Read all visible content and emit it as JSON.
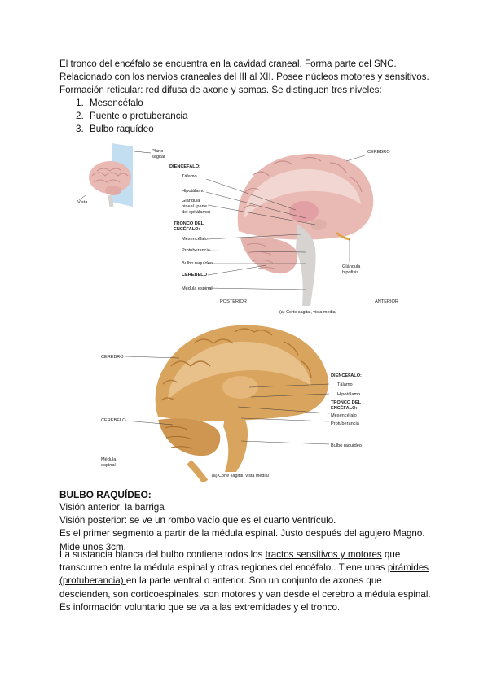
{
  "intro": {
    "line1": "El tronco del encéfalo se encuentra en la cavidad craneal. Forma parte del SNC.",
    "line2": "Relacionado con los nervios craneales del III al XII. Posee núcleos motores y sensitivos.",
    "line3": "Formación reticular: red difusa de axone y somas. Se distinguen tres niveles:"
  },
  "levels": [
    {
      "num": "1.",
      "label": "Mesencéfalo"
    },
    {
      "num": "2.",
      "label": "Puente o protuberancia"
    },
    {
      "num": "3.",
      "label": "Bulbo raquídeo"
    }
  ],
  "figure1": {
    "inset_plane": "Plano",
    "inset_plane2": "sagital",
    "inset_view": "Vista",
    "cerebro": "CEREBRO",
    "diencefalo": "DIENCÉFALO:",
    "talamo": "Tálamo",
    "hipotalamo": "Hipotálamo",
    "glandula_pineal_1": "Glándula",
    "glandula_pineal_2": "pineal (parte",
    "glandula_pineal_3": "del epitálamo)",
    "tronco_1": "TRONCO DEL",
    "tronco_2": "ENCÉFALO:",
    "mesencefalo": "Mesencéfalo",
    "protuberancia": "Protuberancia",
    "bulbo": "Bulbo raquídeo",
    "cerebelo": "CEREBELO",
    "medula": "Médula espinal",
    "hipofisis_1": "Glándula",
    "hipofisis_2": "hipófisis",
    "posterior": "POSTERIOR",
    "anterior": "ANTERIOR",
    "caption": "(a) Corte sagital, vista medial"
  },
  "figure2": {
    "cerebro": "CEREBRO",
    "cerebelo": "CEREBELO",
    "medula_1": "Médula",
    "medula_2": "espinal",
    "diencefalo": "DIENCÉFALO:",
    "talamo": "Tálamo",
    "hipotalamo": "Hipotálamo",
    "tronco_1": "TRONCO DEL",
    "tronco_2": "ENCÉFALO:",
    "mesencefalo": "Mesencéfalo",
    "protuberancia": "Protuberancia",
    "bulbo": "Bulbo raquídeo",
    "caption": "(a) Corte sagital, vista medial"
  },
  "bulbo": {
    "heading": "BULBO RAQUÍDEO:",
    "anterior": "Visión anterior: la barriga",
    "posterior": "Visión posterior: se ve un rombo vacío que es el cuarto ventrículo.",
    "segmento": "Es el primer segmento a partir de la médula espinal. Justo después del agujero Magno.",
    "mide": "Mide unos 3cm.",
    "p1_a": "La sustancia blanca del bulbo contiene todos los ",
    "p1_u1": "tractos sensitivos y motores",
    "p1_b": " que transcurren entre la médula espinal y otras regiones del encéfalo.. Tiene unas ",
    "p1_u2": "pirámides (protuberancia) ",
    "p1_c": " en la parte ventral o anterior. Son un conjunto de axones que descienden, son corticoespinales, son motores y van desde el cerebro a médula espinal. Es información voluntario que se va a las extremidades y el tronco."
  },
  "colors": {
    "cortex_pink": "#e9b9b4",
    "cortex_tan": "#d9a45e",
    "brainstem_grey": "#d6d3d0",
    "plane_blue": "#b9d7ee"
  }
}
